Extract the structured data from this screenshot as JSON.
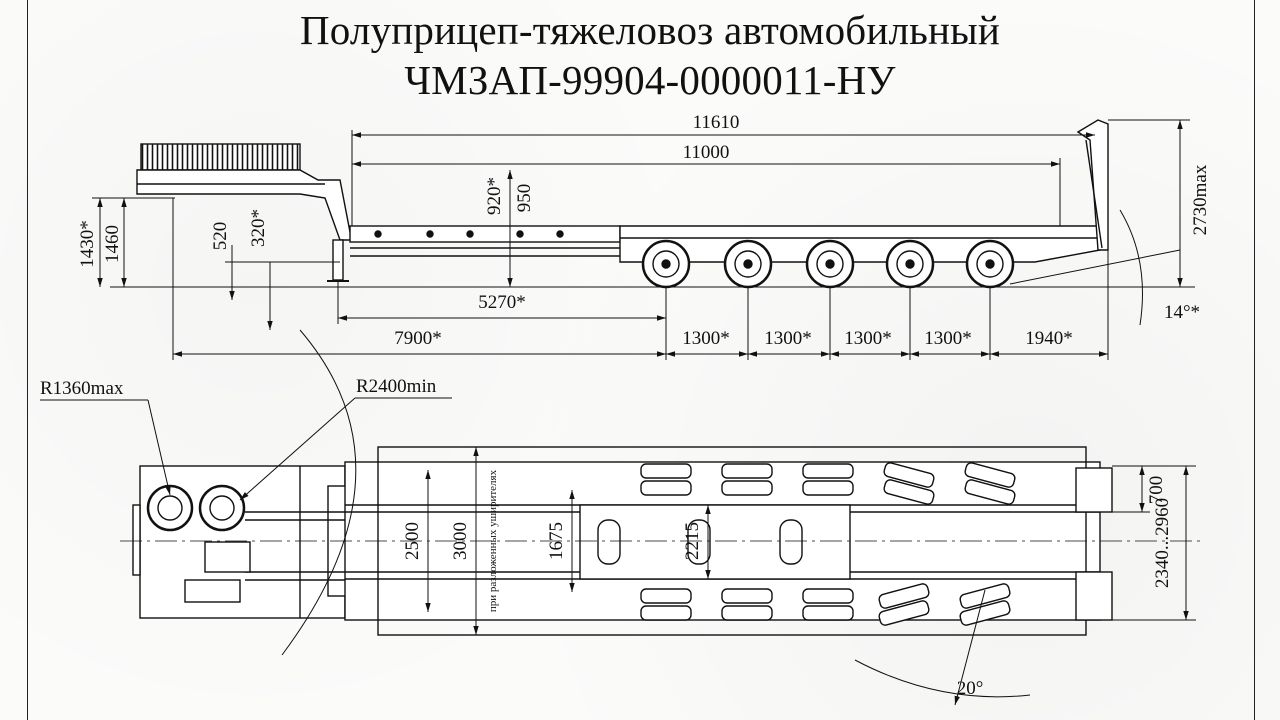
{
  "title": {
    "line1": "Полуприцеп-тяжеловоз автомобильный",
    "line2": "ЧМЗАП-99904-0000011-НУ"
  },
  "side_view": {
    "overall_length": "11610",
    "platform_length": "11000",
    "platform_height_loaded": "920*",
    "platform_height": "950",
    "coupling_height_loaded": "1430*",
    "coupling_height": "1460",
    "landing_gear_height": "520",
    "landing_gear_height_loaded": "320*",
    "kingpin_to_axle": "5270*",
    "front_to_axle": "7900*",
    "axle_spacing_1": "1300*",
    "axle_spacing_2": "1300*",
    "axle_spacing_3": "1300*",
    "axle_spacing_4": "1300*",
    "rear_overhang": "1940*",
    "ramp_height": "2730max",
    "ramp_angle": "14°*"
  },
  "top_view": {
    "front_radius": "R1360max",
    "turning_radius": "R2400min",
    "track_width": "2500",
    "platform_width": "3000",
    "widener_note": "при разложенных уширителях",
    "inner_width": "1675",
    "frame_width": "2215",
    "ramp_width": "700",
    "ramp_spacing": "2340...2960",
    "steer_angle": "20°"
  }
}
